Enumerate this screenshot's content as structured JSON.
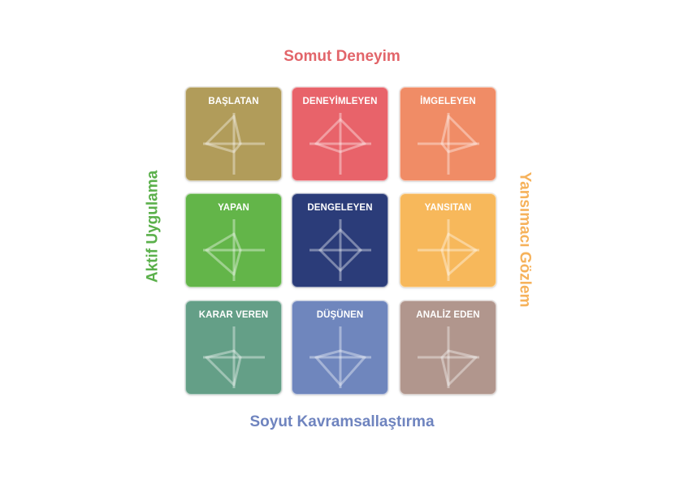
{
  "axes": {
    "top": {
      "label": "Somut Deneyim",
      "color": "#e2656a"
    },
    "bottom": {
      "label": "Soyut Kavramsallaştırma",
      "color": "#6f84bf"
    },
    "left": {
      "label": "Aktif Uygulama",
      "color": "#5bb04b"
    },
    "right": {
      "label": "Yansımacı Gözlem",
      "color": "#f6b25b"
    }
  },
  "tiles": [
    {
      "label": "BAŞLATAN",
      "color": "#b19c5a",
      "shape": "upper-left"
    },
    {
      "label": "DENEYİMLEYEN",
      "color": "#e8636a",
      "shape": "upper"
    },
    {
      "label": "İMGELEYEN",
      "color": "#f08c66",
      "shape": "upper-right"
    },
    {
      "label": "YAPAN",
      "color": "#63b549",
      "shape": "left"
    },
    {
      "label": "DENGELEYEN",
      "color": "#2b3c79",
      "shape": "center"
    },
    {
      "label": "YANSITAN",
      "color": "#f7b85b",
      "shape": "right"
    },
    {
      "label": "KARAR VEREN",
      "color": "#649f87",
      "shape": "lower-left"
    },
    {
      "label": "DÜŞÜNEN",
      "color": "#6f86bd",
      "shape": "lower"
    },
    {
      "label": "ANALİZ EDEN",
      "color": "#b1968d",
      "shape": "lower-right"
    }
  ]
}
